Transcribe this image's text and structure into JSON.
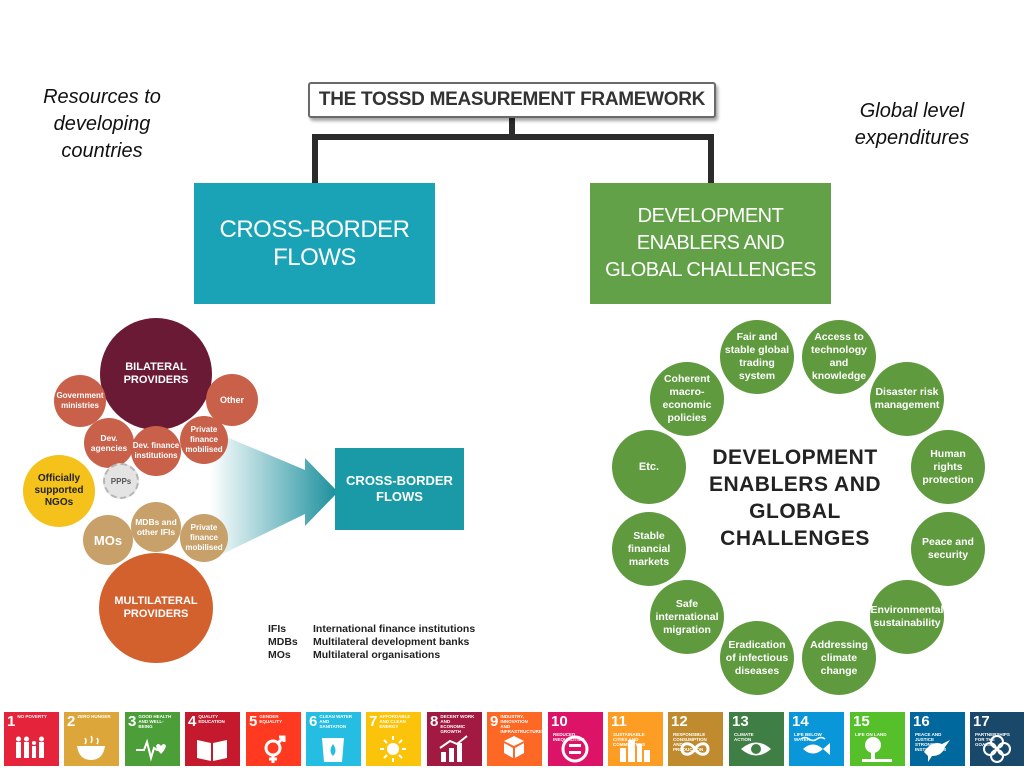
{
  "side_notes": {
    "left": "Resources to developing countries",
    "right": "Global level expenditures"
  },
  "framework": {
    "title": "THE TOSSD MEASUREMENT FRAMEWORK",
    "left_box": "CROSS-BORDER FLOWS",
    "right_box": "DEVELOPMENT ENABLERS AND GLOBAL CHALLENGES"
  },
  "cross_border": {
    "bilateral": "BILATERAL PROVIDERS",
    "government": "Government ministries",
    "other": "Other",
    "dev_agencies": "Dev. agencies",
    "dev_finance": "Dev. finance institutions",
    "private_top": "Private finance mobilised",
    "ngos": "Officially supported NGOs",
    "ppps": "PPPs",
    "mdbs": "MDBs and other IFIs",
    "private_bottom": "Private finance mobilised",
    "mos": "MOs",
    "multilateral": "MULTILATERAL PROVIDERS",
    "target": "CROSS-BORDER FLOWS"
  },
  "legend": [
    {
      "abbr": "IFIs",
      "text": "International finance institutions"
    },
    {
      "abbr": "MDBs",
      "text": "Multilateral development banks"
    },
    {
      "abbr": "MOs",
      "text": "Multilateral organisations"
    }
  ],
  "enablers": {
    "center": "DEVELOPMENT ENABLERS AND GLOBAL CHALLENGES",
    "items": [
      "Fair and stable global trading system",
      "Access to technology and knowledge",
      "Disaster risk management",
      "Human rights protection",
      "Peace and security",
      "Environmental sustainability",
      "Addressing climate change",
      "Eradication of infectious diseases",
      "Safe international migration",
      "Stable financial markets",
      "Etc.",
      "Coherent macro-economic policies"
    ]
  },
  "sdgs": [
    {
      "num": "1",
      "label": "No poverty",
      "color": "#e5243b",
      "icon": "family-icon"
    },
    {
      "num": "2",
      "label": "Zero hunger",
      "color": "#dda63a",
      "icon": "bowl-icon"
    },
    {
      "num": "3",
      "label": "Good health and well-being",
      "color": "#4c9f38",
      "icon": "heartbeat-icon"
    },
    {
      "num": "4",
      "label": "Quality education",
      "color": "#c5192d",
      "icon": "book-icon"
    },
    {
      "num": "5",
      "label": "Gender equality",
      "color": "#ff3a21",
      "icon": "gender-icon"
    },
    {
      "num": "6",
      "label": "Clean water and sanitation",
      "color": "#26bde2",
      "icon": "water-icon"
    },
    {
      "num": "7",
      "label": "Affordable and clean energy",
      "color": "#fcc30b",
      "icon": "sun-icon"
    },
    {
      "num": "8",
      "label": "Decent work and economic growth",
      "color": "#a21942",
      "icon": "growth-chart-icon"
    },
    {
      "num": "9",
      "label": "Industry, innovation and infrastructure",
      "color": "#fd6925",
      "icon": "cubes-icon"
    },
    {
      "num": "10",
      "label": "Reduced inequalities",
      "color": "#dd1367",
      "icon": "equal-icon"
    },
    {
      "num": "11",
      "label": "Sustainable cities and communities",
      "color": "#fd9d24",
      "icon": "city-icon"
    },
    {
      "num": "12",
      "label": "Responsible consumption and production",
      "color": "#bf8b2e",
      "icon": "infinity-icon"
    },
    {
      "num": "13",
      "label": "Climate action",
      "color": "#3f7e44",
      "icon": "eye-icon"
    },
    {
      "num": "14",
      "label": "Life below water",
      "color": "#0a97d9",
      "icon": "fish-icon"
    },
    {
      "num": "15",
      "label": "Life on land",
      "color": "#56c02b",
      "icon": "tree-icon"
    },
    {
      "num": "16",
      "label": "Peace and justice strong institutions",
      "color": "#00689d",
      "icon": "dove-icon"
    },
    {
      "num": "17",
      "label": "Partnerships for the goals",
      "color": "#19486a",
      "icon": "rings-icon"
    }
  ]
}
